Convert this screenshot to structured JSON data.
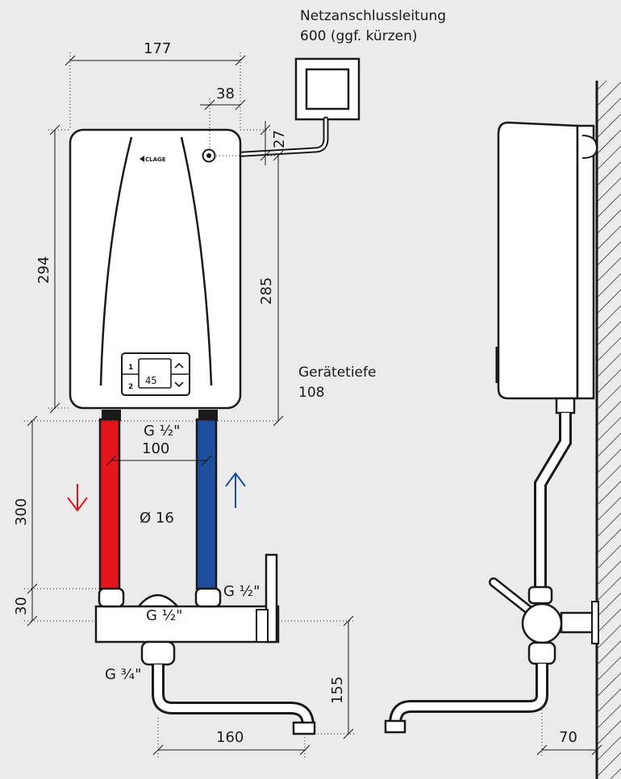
{
  "labels": {
    "power_cable_line1": "Netzanschlussleitung",
    "power_cable_line2": "600 (ggf. kürzen)",
    "depth_line1": "Gerätetiefe",
    "depth_line2": "108",
    "brand": "CLAGE",
    "display_value": "45",
    "key_1": "1",
    "key_2": "2"
  },
  "dimensions": {
    "width": "177",
    "connection_offset": "38",
    "top_offset": "27",
    "height": "294",
    "connection_height": "285",
    "hose_spacing": "100",
    "hose_length": "300",
    "hose_diameter": "Ø 16",
    "fitting_height": "30",
    "spout_height": "155",
    "spout_reach": "160",
    "wall_distance": "70"
  },
  "threads": {
    "hose_top": "G ½\"",
    "right_connection": "G ½\"",
    "mixer_body": "G ½\"",
    "spout": "G ¾\""
  },
  "colors": {
    "hot_water": "#e4161c",
    "cold_water": "#1d4f9c"
  }
}
